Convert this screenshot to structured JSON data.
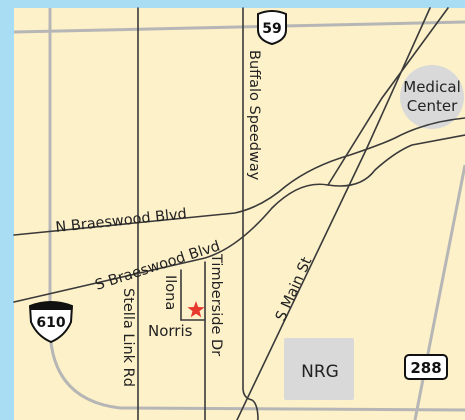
{
  "map": {
    "colors": {
      "water": "#a8ddf4",
      "land": "#fdf1c9",
      "road": "#3a3a3a",
      "freeway": "#b6b6b6",
      "area": "#d9d9d9",
      "marker": "#e8392f"
    },
    "labels": {
      "n_braeswood": "N Braeswood Blvd",
      "s_braeswood": "S Braeswood Blvd",
      "buffalo_speedway": "Buffalo Speedway",
      "stella_link": "Stella Link Rd",
      "ilona": "Ilona",
      "norris": "Norris",
      "timberside": "Timberside Dr",
      "s_main": "S Main St",
      "medical_center_line1": "Medical",
      "medical_center_line2": "Center",
      "nrg": "NRG"
    },
    "shields": {
      "us59": "59",
      "i610": "610",
      "sh288": "288"
    },
    "marker_icon": "star-icon"
  }
}
